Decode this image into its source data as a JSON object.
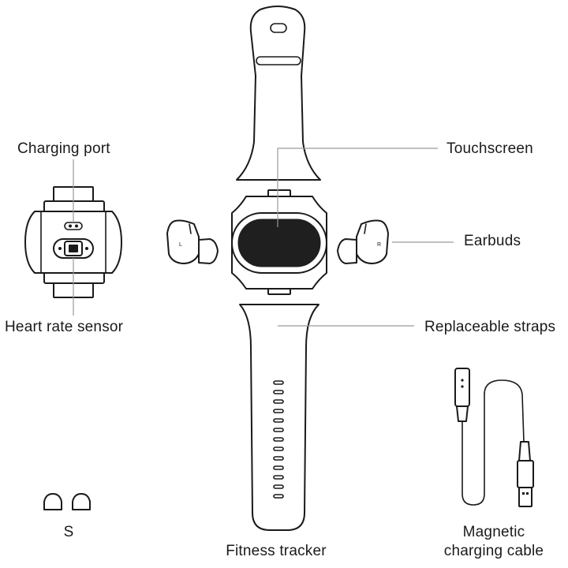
{
  "labels": {
    "charging_port": "Charging port",
    "heart_rate_sensor": "Heart rate sensor",
    "touchscreen": "Touchscreen",
    "earbuds": "Earbuds",
    "replaceable_straps": "Replaceable straps",
    "fitness_tracker": "Fitness tracker",
    "magnetic_charging_cable_line1": "Magnetic",
    "magnetic_charging_cable_line2": "charging cable",
    "ear_tip_size": "S"
  },
  "earbud_marks": {
    "left": "L",
    "right": "R"
  },
  "colors": {
    "line": "#1a1a1a",
    "leader": "#9a9a9a",
    "screen": "#1f1f1f",
    "background": "#ffffff"
  }
}
